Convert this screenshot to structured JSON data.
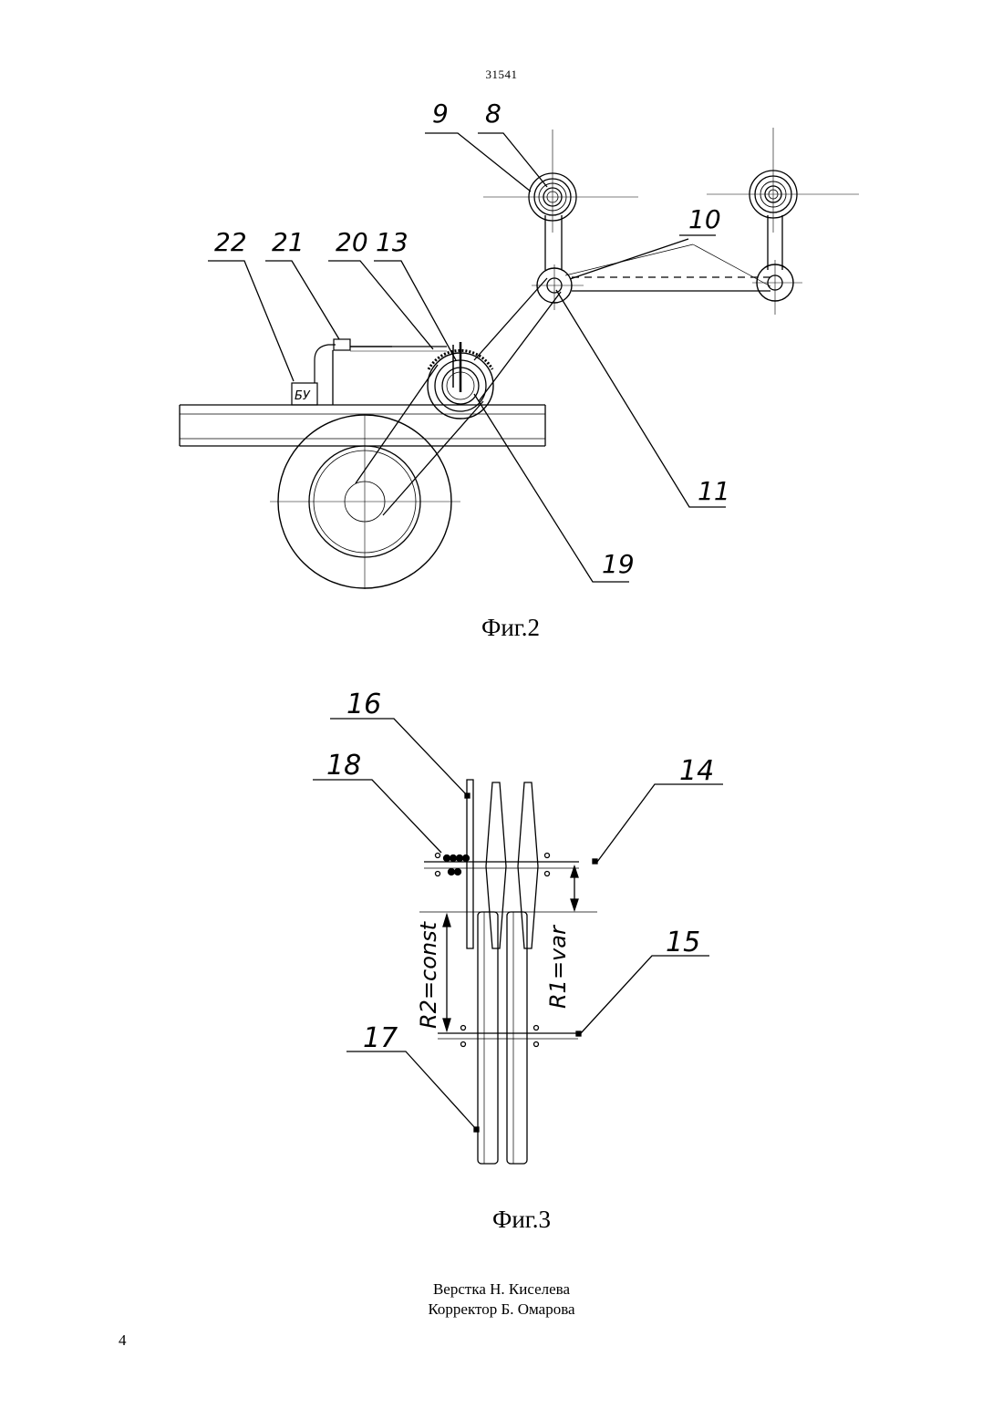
{
  "header": {
    "doc_number": "31541"
  },
  "figure2": {
    "caption": "Фиг.2",
    "labels": {
      "l9": "9",
      "l8": "8",
      "l10": "10",
      "l22": "22",
      "l21": "21",
      "l20": "20",
      "l13": "13",
      "l11": "11",
      "l19": "19",
      "bu": "БУ"
    }
  },
  "figure3": {
    "caption": "Фиг.3",
    "labels": {
      "l16": "16",
      "l18": "18",
      "l14": "14",
      "l15": "15",
      "l17": "17",
      "r2": "R2=const",
      "r1": "R1=var"
    }
  },
  "footer": {
    "layout_credit": "Верстка Н. Киселева",
    "proof_credit": "Корректор Б. Омарова",
    "page_number": "4"
  }
}
